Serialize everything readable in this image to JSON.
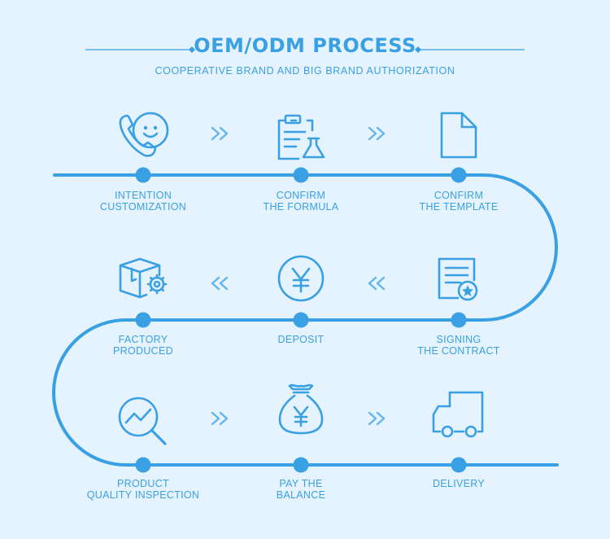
{
  "header": {
    "title": "OEM/ODM PROCESS",
    "subtitle": "COOPERATIVE BRAND AND BIG BRAND AUTHORIZATION"
  },
  "colors": {
    "primary": "#3aa0e4",
    "background": "#e4f3fd"
  },
  "steps": [
    {
      "lines": [
        "INTENTION",
        "CUSTOMIZATION"
      ],
      "icon": "phone-smile-icon"
    },
    {
      "lines": [
        "CONFIRM",
        "THE FORMULA"
      ],
      "icon": "clipboard-flask-icon"
    },
    {
      "lines": [
        "CONFIRM",
        "THE TEMPLATE"
      ],
      "icon": "document-icon"
    },
    {
      "lines": [
        "FACTORY",
        "PRODUCED"
      ],
      "icon": "box-gear-icon"
    },
    {
      "lines": [
        "DEPOSIT"
      ],
      "icon": "yen-coin-icon"
    },
    {
      "lines": [
        "SIGNING",
        "THE CONTRACT"
      ],
      "icon": "contract-icon"
    },
    {
      "lines": [
        "PRODUCT",
        "QUALITY INSPECTION"
      ],
      "icon": "magnifier-chart-icon"
    },
    {
      "lines": [
        "PAY THE",
        "BALANCE"
      ],
      "icon": "money-bag-icon"
    },
    {
      "lines": [
        "DELIVERY"
      ],
      "icon": "truck-icon"
    }
  ]
}
